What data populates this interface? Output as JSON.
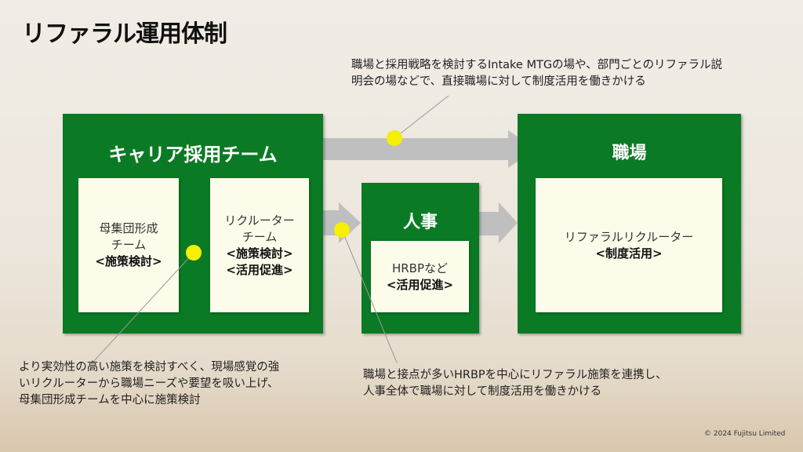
{
  "title": "リファラル運用体制",
  "notes": {
    "top": [
      "職場と採用戦略を検討するIntake MTGの場や、部門ごとのリファラル説",
      "明会の場などで、直接職場に対して制度活用を働きかける"
    ],
    "bottom_left": [
      "より実効性の高い施策を検討すべく、現場感覚の強",
      "いリクルーターから職場ニーズや要望を吸い上げ、",
      "母集団形成チームを中心に施策検討"
    ],
    "bottom_right": [
      "職場と接点が多いHRBPを中心にリファラル施策を連携し、",
      "人事全体で職場に対して制度活用を働きかける"
    ]
  },
  "career_team": {
    "title": "キャリア採用チーム",
    "left": {
      "line1": "母集団形成",
      "line2": "チーム",
      "role1": "<施策検討>"
    },
    "right": {
      "line1": "リクルーター",
      "line2": "チーム",
      "role1": "<施策検討>",
      "role2": "<活用促進>"
    }
  },
  "hr": {
    "title": "人事",
    "inner": {
      "line1": "HRBPなど",
      "role1": "<活用促進>"
    }
  },
  "workplace": {
    "title": "職場",
    "inner": {
      "line1": "リファラルリクルーター",
      "role1": "<制度活用>"
    }
  },
  "copyright": "© 2024 Fujitsu Limited",
  "colors": {
    "green": "#0b7a24",
    "box": "#fdfbea",
    "arrow": "#bfbfbf",
    "dot": "#f5ef00"
  }
}
